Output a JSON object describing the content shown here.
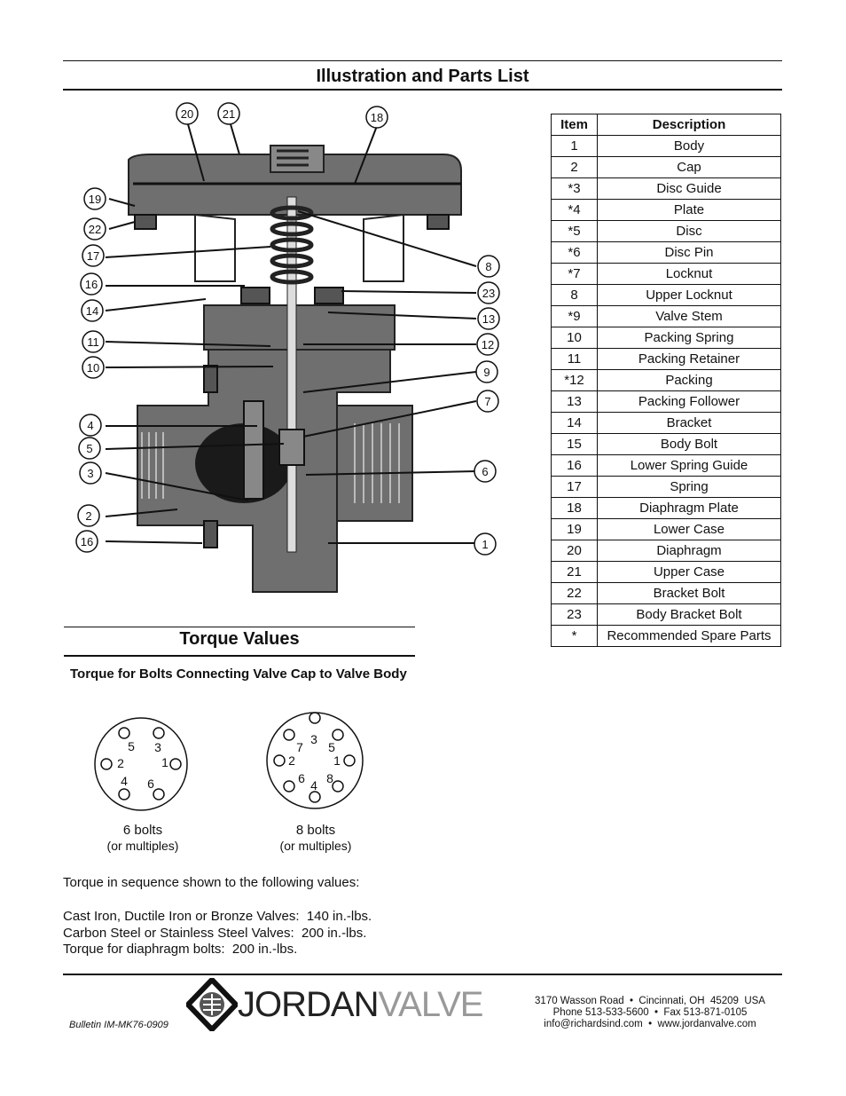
{
  "header": {
    "title": "Illustration and Parts List"
  },
  "parts_table": {
    "headers": [
      "Item",
      "Description"
    ],
    "rows": [
      [
        "1",
        "Body"
      ],
      [
        "2",
        "Cap"
      ],
      [
        "*3",
        "Disc Guide"
      ],
      [
        "*4",
        "Plate"
      ],
      [
        "*5",
        "Disc"
      ],
      [
        "*6",
        "Disc Pin"
      ],
      [
        "*7",
        "Locknut"
      ],
      [
        "8",
        "Upper Locknut"
      ],
      [
        "*9",
        "Valve Stem"
      ],
      [
        "10",
        "Packing Spring"
      ],
      [
        "11",
        "Packing Retainer"
      ],
      [
        "*12",
        "Packing"
      ],
      [
        "13",
        "Packing Follower"
      ],
      [
        "14",
        "Bracket"
      ],
      [
        "15",
        "Body Bolt"
      ],
      [
        "16",
        "Lower Spring Guide"
      ],
      [
        "17",
        "Spring"
      ],
      [
        "18",
        "Diaphragm Plate"
      ],
      [
        "19",
        "Lower Case"
      ],
      [
        "20",
        "Diaphragm"
      ],
      [
        "21",
        "Upper Case"
      ],
      [
        "22",
        "Bracket Bolt"
      ],
      [
        "23",
        "Body Bracket Bolt"
      ],
      [
        "*",
        "Recommended Spare Parts"
      ]
    ]
  },
  "diagram": {
    "callouts": [
      "20",
      "21",
      "18",
      "19",
      "22",
      "17",
      "16",
      "14",
      "11",
      "10",
      "4",
      "5",
      "3",
      "2",
      "16",
      "8",
      "23",
      "13",
      "12",
      "9",
      "7",
      "6",
      "1"
    ]
  },
  "torque": {
    "title": "Torque Values",
    "subtitle": "Torque for Bolts Connecting Valve Cap to Valve Body",
    "pattern6": {
      "numbers": [
        "1",
        "2",
        "3",
        "4",
        "5",
        "6"
      ],
      "caption": "6 bolts",
      "caption2": "(or multiples)"
    },
    "pattern8": {
      "numbers": [
        "1",
        "2",
        "3",
        "4",
        "5",
        "6",
        "7",
        "8"
      ],
      "caption": "8 bolts",
      "caption2": "(or multiples)"
    },
    "intro": "Torque in sequence shown to the following values:",
    "lines": [
      "Cast Iron, Ductile Iron or Bronze Valves:  140 in.-lbs.",
      "Carbon Steel or Stainless Steel Valves:  200 in.-lbs.",
      "Torque for diaphragm bolts:  200 in.-lbs."
    ]
  },
  "footer": {
    "bulletin": "Bulletin IM-MK76-0909",
    "brand_bold": "JORDAN",
    "brand_light": "VALVE",
    "address": "3170 Wasson Road  •  Cincinnati, OH  45209  USA",
    "phone": "Phone 513-533-5600  •  Fax 513-871-0105",
    "contact": "info@richardsind.com  •  www.jordanvalve.com"
  }
}
